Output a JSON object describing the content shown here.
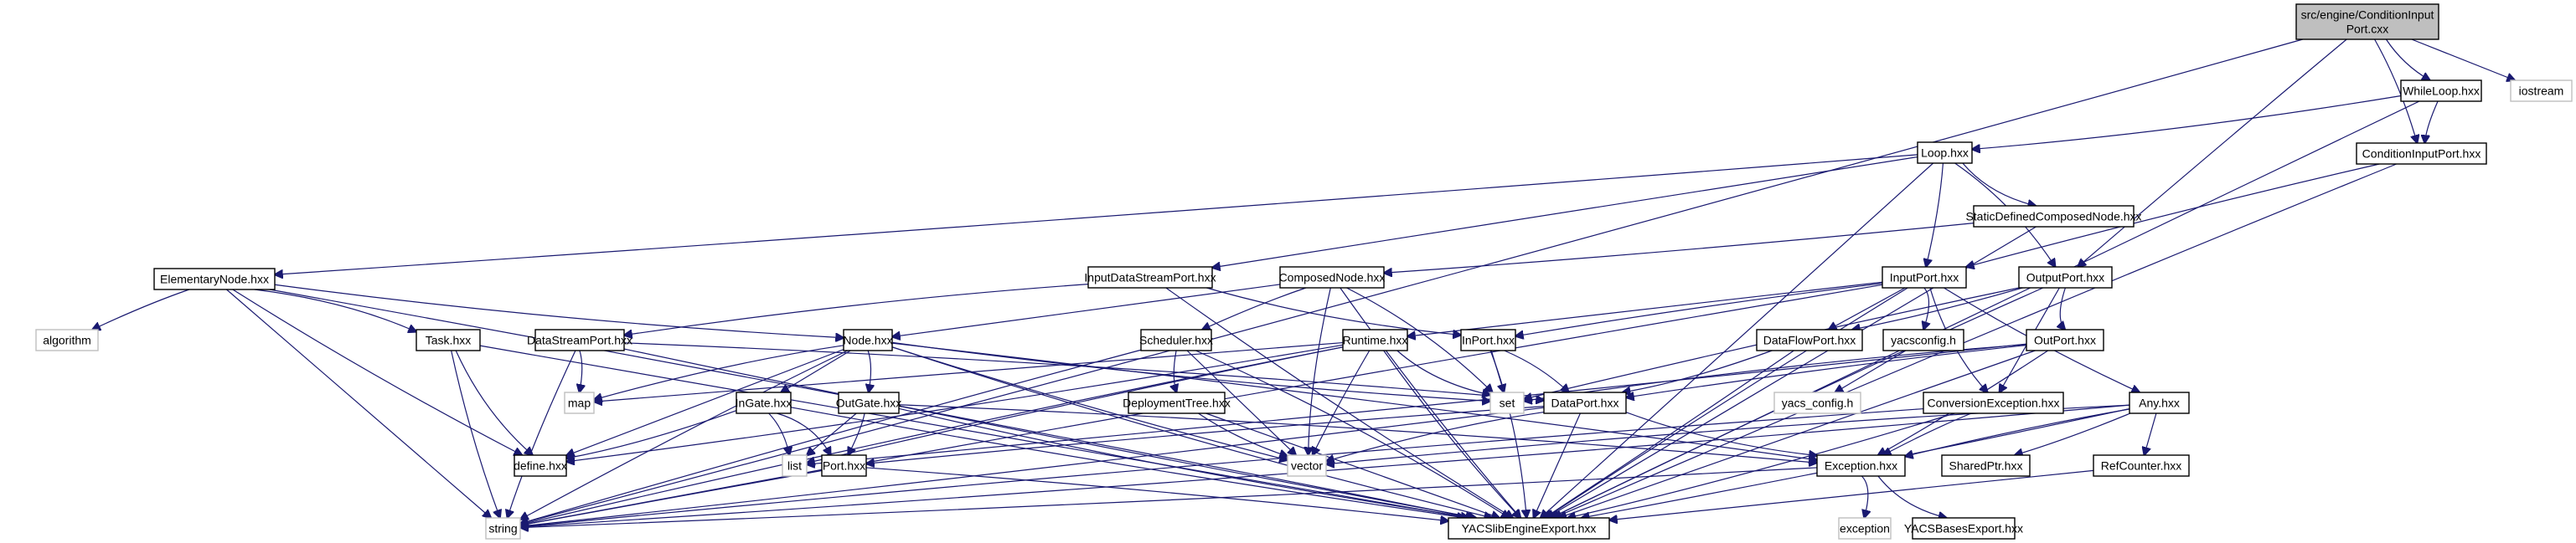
{
  "diagram": {
    "type": "include-dependency-graph",
    "edge_color": "#191970",
    "root_fill": "#bfbfbf",
    "external_border": "#bfbfbf",
    "nodes": [
      {
        "id": "root",
        "label": [
          "src/engine/ConditionInput",
          "Port.cxx"
        ],
        "kind": "root"
      },
      {
        "id": "WhileLoop",
        "label": [
          "WhileLoop.hxx"
        ],
        "kind": "local"
      },
      {
        "id": "iostream",
        "label": [
          "iostream"
        ],
        "kind": "external"
      },
      {
        "id": "ConditionInputPort",
        "label": [
          "ConditionInputPort.hxx"
        ],
        "kind": "local"
      },
      {
        "id": "Loop",
        "label": [
          "Loop.hxx"
        ],
        "kind": "local"
      },
      {
        "id": "StaticDefinedComposedNode",
        "label": [
          "StaticDefinedComposedNode.hxx"
        ],
        "kind": "local"
      },
      {
        "id": "ElementaryNode",
        "label": [
          "ElementaryNode.hxx"
        ],
        "kind": "local"
      },
      {
        "id": "InputDataStreamPort",
        "label": [
          "InputDataStreamPort.hxx"
        ],
        "kind": "local"
      },
      {
        "id": "ComposedNode",
        "label": [
          "ComposedNode.hxx"
        ],
        "kind": "local"
      },
      {
        "id": "InputPort",
        "label": [
          "InputPort.hxx"
        ],
        "kind": "local"
      },
      {
        "id": "OutputPort",
        "label": [
          "OutputPort.hxx"
        ],
        "kind": "local"
      },
      {
        "id": "algorithm",
        "label": [
          "algorithm"
        ],
        "kind": "external"
      },
      {
        "id": "Task",
        "label": [
          "Task.hxx"
        ],
        "kind": "local"
      },
      {
        "id": "DataStreamPort",
        "label": [
          "DataStreamPort.hxx"
        ],
        "kind": "local"
      },
      {
        "id": "Node",
        "label": [
          "Node.hxx"
        ],
        "kind": "local"
      },
      {
        "id": "Scheduler",
        "label": [
          "Scheduler.hxx"
        ],
        "kind": "local"
      },
      {
        "id": "Runtime",
        "label": [
          "Runtime.hxx"
        ],
        "kind": "local"
      },
      {
        "id": "InPort",
        "label": [
          "InPort.hxx"
        ],
        "kind": "local"
      },
      {
        "id": "DataFlowPort",
        "label": [
          "DataFlowPort.hxx"
        ],
        "kind": "local"
      },
      {
        "id": "yacsconfig",
        "label": [
          "yacsconfig.h"
        ],
        "kind": "local"
      },
      {
        "id": "OutPort",
        "label": [
          "OutPort.hxx"
        ],
        "kind": "local"
      },
      {
        "id": "map",
        "label": [
          "map"
        ],
        "kind": "external"
      },
      {
        "id": "InGate",
        "label": [
          "InGate.hxx"
        ],
        "kind": "local"
      },
      {
        "id": "OutGate",
        "label": [
          "OutGate.hxx"
        ],
        "kind": "local"
      },
      {
        "id": "DeploymentTree",
        "label": [
          "DeploymentTree.hxx"
        ],
        "kind": "local"
      },
      {
        "id": "set",
        "label": [
          "set"
        ],
        "kind": "external"
      },
      {
        "id": "DataPort",
        "label": [
          "DataPort.hxx"
        ],
        "kind": "local"
      },
      {
        "id": "yacs_config",
        "label": [
          "yacs_config.h"
        ],
        "kind": "external"
      },
      {
        "id": "ConversionException",
        "label": [
          "ConversionException.hxx"
        ],
        "kind": "local"
      },
      {
        "id": "Any",
        "label": [
          "Any.hxx"
        ],
        "kind": "local"
      },
      {
        "id": "define",
        "label": [
          "define.hxx"
        ],
        "kind": "local"
      },
      {
        "id": "list",
        "label": [
          "list"
        ],
        "kind": "external"
      },
      {
        "id": "Port",
        "label": [
          "Port.hxx"
        ],
        "kind": "local"
      },
      {
        "id": "vector",
        "label": [
          "vector"
        ],
        "kind": "external"
      },
      {
        "id": "Exception",
        "label": [
          "Exception.hxx"
        ],
        "kind": "local"
      },
      {
        "id": "SharedPtr",
        "label": [
          "SharedPtr.hxx"
        ],
        "kind": "local"
      },
      {
        "id": "RefCounter",
        "label": [
          "RefCounter.hxx"
        ],
        "kind": "local"
      },
      {
        "id": "string",
        "label": [
          "string"
        ],
        "kind": "external"
      },
      {
        "id": "YACSlibEngineExport",
        "label": [
          "YACSlibEngineExport.hxx"
        ],
        "kind": "local"
      },
      {
        "id": "exception",
        "label": [
          "exception"
        ],
        "kind": "external"
      },
      {
        "id": "YACSBasesExport",
        "label": [
          "YACSBasesExport.hxx"
        ],
        "kind": "local"
      }
    ],
    "edges": [
      [
        "root",
        "string"
      ],
      [
        "root",
        "WhileLoop"
      ],
      [
        "root",
        "iostream"
      ],
      [
        "root",
        "ConditionInputPort"
      ],
      [
        "root",
        "OutputPort"
      ],
      [
        "WhileLoop",
        "Loop"
      ],
      [
        "WhileLoop",
        "ConditionInputPort"
      ],
      [
        "WhileLoop",
        "YACSlibEngineExport"
      ],
      [
        "ConditionInputPort",
        "InputPort"
      ],
      [
        "ConditionInputPort",
        "YACSlibEngineExport"
      ],
      [
        "Loop",
        "StaticDefinedComposedNode"
      ],
      [
        "Loop",
        "ElementaryNode"
      ],
      [
        "Loop",
        "InputDataStreamPort"
      ],
      [
        "Loop",
        "InputPort"
      ],
      [
        "Loop",
        "OutputPort"
      ],
      [
        "Loop",
        "YACSlibEngineExport"
      ],
      [
        "StaticDefinedComposedNode",
        "ComposedNode"
      ],
      [
        "StaticDefinedComposedNode",
        "YACSlibEngineExport"
      ],
      [
        "ElementaryNode",
        "algorithm"
      ],
      [
        "ElementaryNode",
        "Task"
      ],
      [
        "ElementaryNode",
        "Node"
      ],
      [
        "ElementaryNode",
        "define"
      ],
      [
        "ElementaryNode",
        "string"
      ],
      [
        "ElementaryNode",
        "YACSlibEngineExport"
      ],
      [
        "InputDataStreamPort",
        "DataStreamPort"
      ],
      [
        "InputDataStreamPort",
        "InPort"
      ],
      [
        "InputDataStreamPort",
        "YACSlibEngineExport"
      ],
      [
        "ComposedNode",
        "Node"
      ],
      [
        "ComposedNode",
        "Scheduler"
      ],
      [
        "ComposedNode",
        "set"
      ],
      [
        "ComposedNode",
        "vector"
      ],
      [
        "ComposedNode",
        "YACSlibEngineExport"
      ],
      [
        "InputPort",
        "DataFlowPort"
      ],
      [
        "InputPort",
        "InPort"
      ],
      [
        "InputPort",
        "yacsconfig"
      ],
      [
        "InputPort",
        "ConversionException"
      ],
      [
        "InputPort",
        "Any"
      ],
      [
        "InputPort",
        "Runtime"
      ],
      [
        "InputPort",
        "string"
      ],
      [
        "InputPort",
        "YACSlibEngineExport"
      ],
      [
        "OutputPort",
        "OutPort"
      ],
      [
        "OutputPort",
        "DataFlowPort"
      ],
      [
        "OutputPort",
        "ConversionException"
      ],
      [
        "OutputPort",
        "set"
      ],
      [
        "OutputPort",
        "YACSlibEngineExport"
      ],
      [
        "Task",
        "define"
      ],
      [
        "Task",
        "string"
      ],
      [
        "Task",
        "YACSlibEngineExport"
      ],
      [
        "DataStreamPort",
        "map"
      ],
      [
        "DataStreamPort",
        "DataPort"
      ],
      [
        "DataStreamPort",
        "string"
      ],
      [
        "DataStreamPort",
        "YACSlibEngineExport"
      ],
      [
        "Node",
        "InGate"
      ],
      [
        "Node",
        "OutGate"
      ],
      [
        "Node",
        "map"
      ],
      [
        "Node",
        "set"
      ],
      [
        "Node",
        "vector"
      ],
      [
        "Node",
        "define"
      ],
      [
        "Node",
        "Exception"
      ],
      [
        "Node",
        "string"
      ],
      [
        "Node",
        "YACSlibEngineExport"
      ],
      [
        "Scheduler",
        "DeploymentTree"
      ],
      [
        "Scheduler",
        "vector"
      ],
      [
        "Scheduler",
        "string"
      ],
      [
        "Scheduler",
        "YACSlibEngineExport"
      ],
      [
        "Runtime",
        "set"
      ],
      [
        "Runtime",
        "vector"
      ],
      [
        "Runtime",
        "map"
      ],
      [
        "Runtime",
        "list"
      ],
      [
        "Runtime",
        "string"
      ],
      [
        "Runtime",
        "define"
      ],
      [
        "Runtime",
        "YACSlibEngineExport"
      ],
      [
        "InPort",
        "set"
      ],
      [
        "InPort",
        "DataPort"
      ],
      [
        "InPort",
        "YACSlibEngineExport"
      ],
      [
        "DataFlowPort",
        "DataPort"
      ],
      [
        "DataFlowPort",
        "YACSlibEngineExport"
      ],
      [
        "yacsconfig",
        "yacs_config"
      ],
      [
        "OutPort",
        "DataPort"
      ],
      [
        "OutPort",
        "set"
      ],
      [
        "OutPort",
        "Exception"
      ],
      [
        "OutPort",
        "list"
      ],
      [
        "OutPort",
        "YACSlibEngineExport"
      ],
      [
        "InGate",
        "list"
      ],
      [
        "InGate",
        "Port"
      ],
      [
        "InGate",
        "define"
      ],
      [
        "InGate",
        "YACSlibEngineExport"
      ],
      [
        "OutGate",
        "list"
      ],
      [
        "OutGate",
        "Port"
      ],
      [
        "OutGate",
        "Exception"
      ],
      [
        "OutGate",
        "YACSlibEngineExport"
      ],
      [
        "DeploymentTree",
        "vector"
      ],
      [
        "DeploymentTree",
        "YACSlibEngineExport"
      ],
      [
        "DataPort",
        "Port"
      ],
      [
        "DataPort",
        "vector"
      ],
      [
        "DataPort",
        "Exception"
      ],
      [
        "DataPort",
        "string"
      ],
      [
        "DataPort",
        "YACSlibEngineExport"
      ],
      [
        "ConversionException",
        "Exception"
      ],
      [
        "ConversionException",
        "string"
      ],
      [
        "ConversionException",
        "YACSlibEngineExport"
      ],
      [
        "Any",
        "SharedPtr"
      ],
      [
        "Any",
        "RefCounter"
      ],
      [
        "Any",
        "Exception"
      ],
      [
        "Any",
        "vector"
      ],
      [
        "Any",
        "string"
      ],
      [
        "Any",
        "YACSlibEngineExport"
      ],
      [
        "Port",
        "string"
      ],
      [
        "Port",
        "YACSlibEngineExport"
      ],
      [
        "Exception",
        "exception"
      ],
      [
        "Exception",
        "YACSBasesExport"
      ],
      [
        "Exception",
        "string"
      ],
      [
        "RefCounter",
        "YACSlibEngineExport"
      ]
    ]
  }
}
